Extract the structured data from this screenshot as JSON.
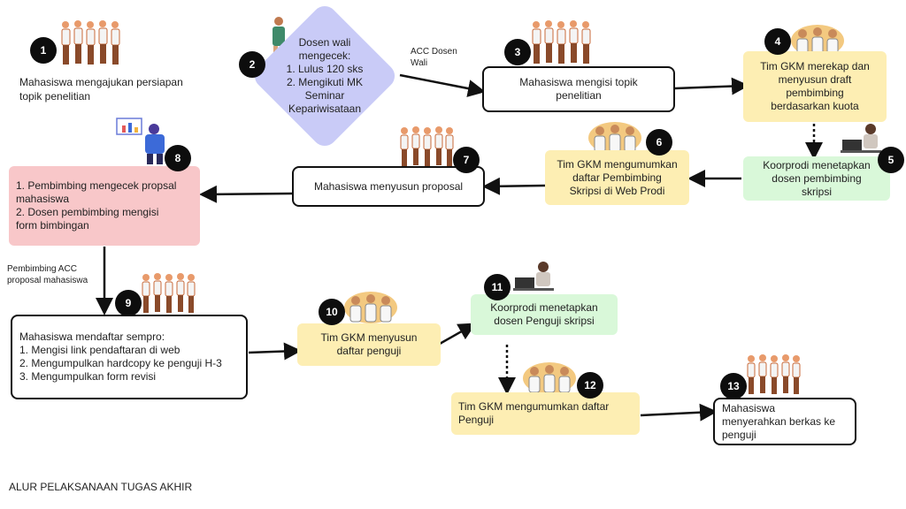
{
  "diagram_title": "ALUR PELAKSANAAN TUGAS AKHIR",
  "edge_labels": {
    "acc_dosen_wali": "ACC Dosen\nWali",
    "pembimbing_acc": "Pembimbing ACC\nproposal mahasiswa"
  },
  "steps": [
    {
      "number": "1",
      "text": "Mahasiswa mengajukan persiapan\ntopik penelitian"
    },
    {
      "number": "2",
      "text": "Dosen wali\nmengecek:\n1. Lulus 120 sks\n2. Mengikuti MK\nSeminar\nKepariwisataan"
    },
    {
      "number": "3",
      "text": "Mahasiswa mengisi topik\npenelitian"
    },
    {
      "number": "4",
      "text": "Tim GKM merekap dan\nmenyusun draft\npembimbing\nberdasarkan kuota"
    },
    {
      "number": "5",
      "text": "Koorprodi menetapkan\ndosen pembimbing\nskripsi"
    },
    {
      "number": "6",
      "text": "Tim GKM mengumumkan\ndaftar Pembimbing\nSkripsi di Web Prodi"
    },
    {
      "number": "7",
      "text": "Mahasiswa menyusun proposal"
    },
    {
      "number": "8",
      "text": "1. Pembimbing mengecek propsal\nmahasiswa\n2. Dosen pembimbing mengisi\nform bimbingan"
    },
    {
      "number": "9",
      "text": "Mahasiswa mendaftar sempro:\n1. Mengisi link pendaftaran di web\n2. Mengumpulkan hardcopy ke penguji H-3\n3. Mengumpulkan form revisi"
    },
    {
      "number": "10",
      "text": "Tim GKM menyusun\ndaftar penguji"
    },
    {
      "number": "11",
      "text": "Koorprodi menetapkan\ndosen Penguji skripsi"
    },
    {
      "number": "12",
      "text": "Tim GKM mengumumkan daftar\nPenguji"
    },
    {
      "number": "13",
      "text": "Mahasiswa\nmenyerahkan berkas ke\npenguji"
    }
  ],
  "colors": {
    "white_box": "#ffffff",
    "yellow_box": "#fdeeb3",
    "green_box": "#d9f8d9",
    "pink_box": "#f8c7c9",
    "diamond": "#c9cbf7",
    "badge": "#0d0d0d"
  }
}
